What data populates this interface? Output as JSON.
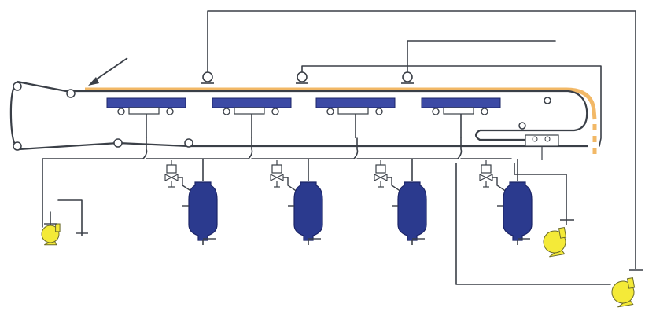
{
  "colors": {
    "line": "#3a3f47",
    "vessel": "#2b3a8e",
    "vessel_edge": "#1b2466",
    "vacuum_box": "#3c4aa5",
    "pump": "#f4ea38",
    "pump_edge": "#6b6a2a",
    "cloth": "#f2b866"
  },
  "components": {
    "belt_filter": {
      "icon": "belt-filter-loop"
    },
    "vacuum_boxes": {
      "count": 4,
      "icon": "vacuum-pan-icon"
    },
    "receivers": {
      "count": 4,
      "icon": "filtrate-receiver-icon"
    },
    "valves": {
      "count": 4,
      "icon": "valve-icon"
    },
    "spray_headers": {
      "count": 3,
      "icon": "spray-nozzle-icon"
    },
    "pumps": {
      "count": 3,
      "icon": "centrifugal-pump-icon"
    },
    "feed_arrow": {
      "icon": "feed-arrow-icon"
    }
  }
}
